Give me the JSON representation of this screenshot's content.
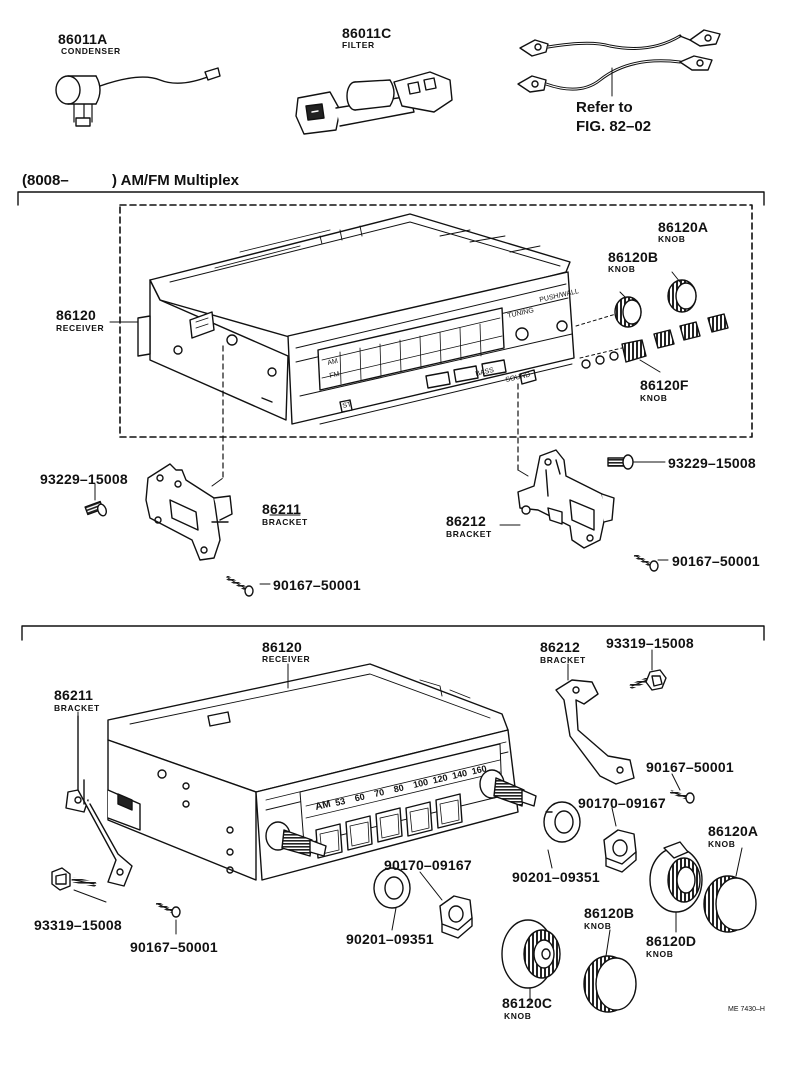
{
  "top": {
    "condenser": {
      "pn": "86011A",
      "name": "CONDENSER"
    },
    "filter": {
      "pn": "86011C",
      "name": "FILTER"
    },
    "refer_line1": "Refer to",
    "refer_line2": "FIG. 82–02"
  },
  "section1": {
    "heading_prefix": "(8008–",
    "heading_suffix": ") AM/FM Multiplex",
    "receiver": {
      "pn": "86120",
      "name": "RECEIVER"
    },
    "knob_a": {
      "pn": "86120A",
      "name": "KNOB"
    },
    "knob_b": {
      "pn": "86120B",
      "name": "KNOB"
    },
    "knob_f": {
      "pn": "86120F",
      "name": "KNOB"
    },
    "screw_left": "93229–15008",
    "screw_right": "93229–15008",
    "bracket_left": {
      "pn": "86211",
      "name": "BRACKET"
    },
    "bracket_right": {
      "pn": "86212",
      "name": "BRACKET"
    },
    "tapping_left": "90167–50001",
    "tapping_right": "90167–50001",
    "faceplate": {
      "tuning": "TUNING",
      "push_wall": "PUSH/WALL",
      "sound": "SOUND",
      "bass": "BASS",
      "am": "AM",
      "fm": "FM",
      "st": "ST"
    }
  },
  "section2": {
    "receiver": {
      "pn": "86120",
      "name": "RECEIVER"
    },
    "bracket_left": {
      "pn": "86211",
      "name": "BRACKET"
    },
    "bracket_right": {
      "pn": "86212",
      "name": "BRACKET"
    },
    "bolt_top": "93319–15008",
    "bolt_left": "93319–15008",
    "screw_right": "90167–50001",
    "screw_left": "90167–50001",
    "nut_upper": "90170–09167",
    "nut_lower": "90170–09167",
    "washer_upper": "90201–09351",
    "washer_lower": "90201–09351",
    "knob_a": {
      "pn": "86120A",
      "name": "KNOB"
    },
    "knob_b": {
      "pn": "86120B",
      "name": "KNOB"
    },
    "knob_c": {
      "pn": "86120C",
      "name": "KNOB"
    },
    "knob_d": {
      "pn": "86120D",
      "name": "KNOB"
    },
    "dial_band": "AM",
    "dial_scale": [
      "53",
      "60",
      "70",
      "80",
      "100",
      "120",
      "140",
      "160"
    ]
  },
  "footer": {
    "code": "ME 7430–H"
  }
}
